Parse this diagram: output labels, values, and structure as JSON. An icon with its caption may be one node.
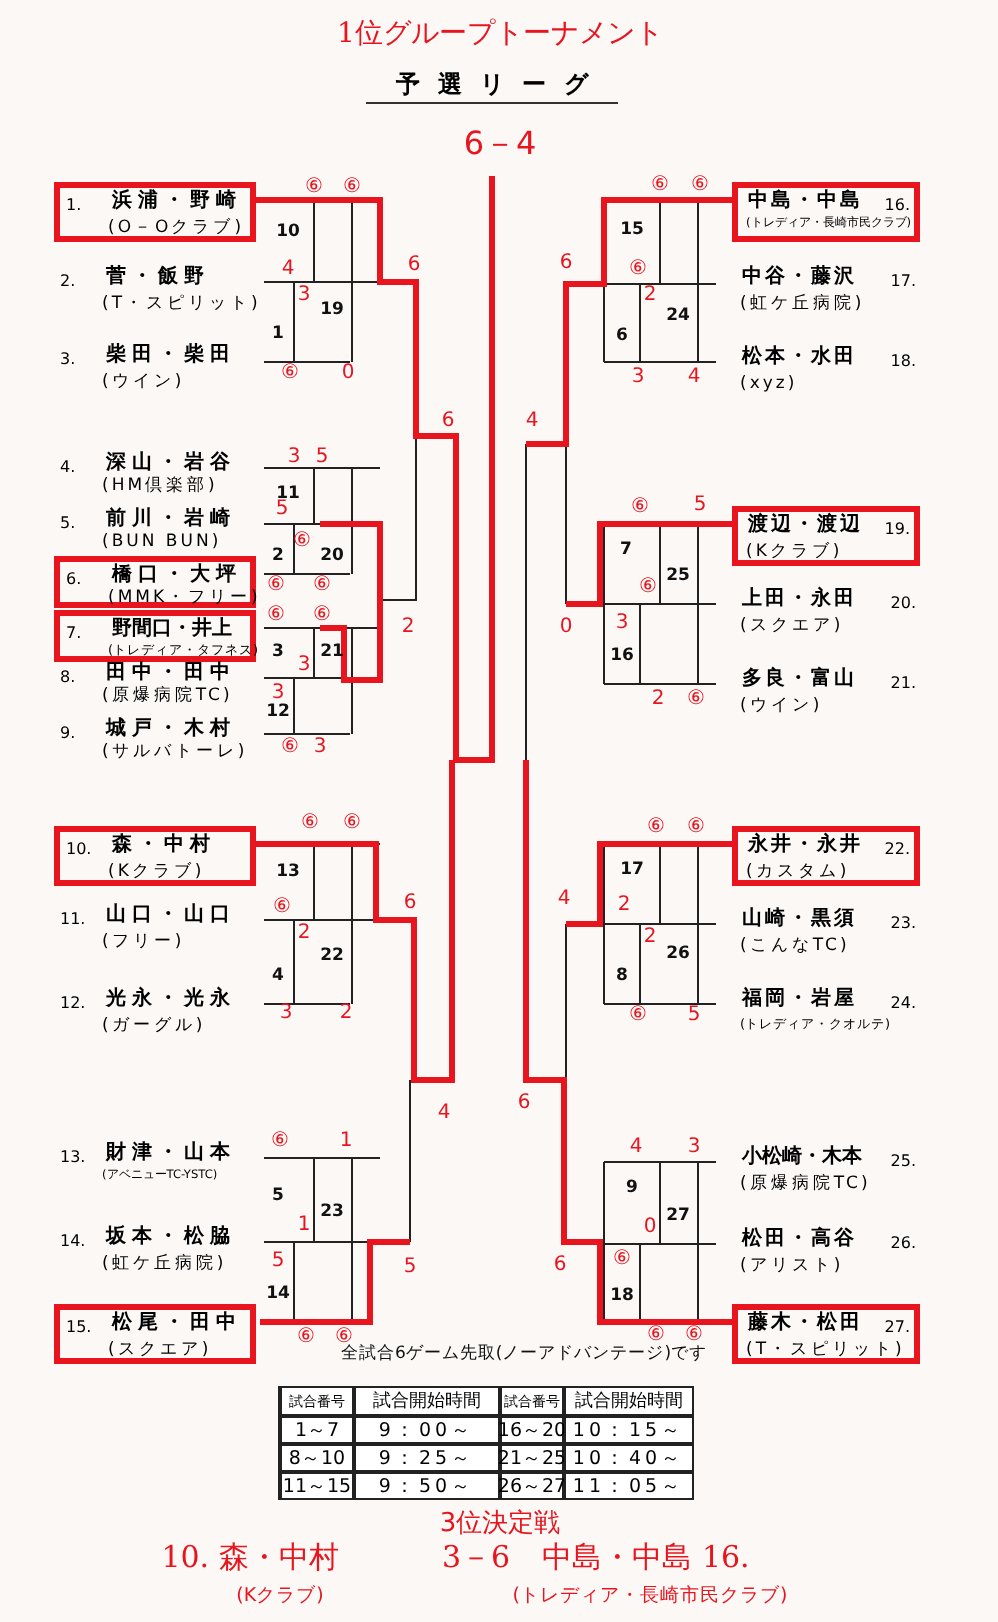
{
  "diagram": {
    "title": "予選リーグ",
    "nodes": [
      {
        "text": [
          "1.",
          "浜浦・野崎",
          "(O－Oクラブ)"
        ]
      },
      {
        "text": [
          "2.",
          "菅・飯野",
          "(T・スピリット)"
        ]
      },
      {
        "text": [
          "3.",
          "柴田・柴田",
          "(ウイン)"
        ]
      },
      {
        "text": [
          "4.",
          "深山・岩谷",
          "(HM倶楽部)"
        ]
      },
      {
        "text": [
          "5.",
          "前川・岩崎",
          "(BUN BUN)"
        ]
      },
      {
        "text": [
          "6.",
          "橋口・大坪",
          "(MMK・フリー)"
        ]
      },
      {
        "text": [
          "7.",
          "野間口・井上",
          "(トレディア・タフネス)"
        ]
      },
      {
        "text": [
          "8.",
          "田中・田中",
          "(原爆病院TC)"
        ]
      },
      {
        "text": [
          "9.",
          "城戸・木村",
          "(サルバトーレ)"
        ]
      },
      {
        "text": [
          "10.",
          "森・中村",
          "(Kクラブ)"
        ]
      },
      {
        "text": [
          "11.",
          "山口・山口",
          "(フリー)"
        ]
      },
      {
        "text": [
          "12.",
          "光永・光永",
          "(ガーグル)"
        ]
      },
      {
        "text": [
          "13.",
          "財津・山本",
          "(アベニューTC-YSTC)"
        ]
      },
      {
        "text": [
          "14.",
          "坂本・松脇",
          "(虹ケ丘病院)"
        ]
      },
      {
        "text": [
          "15.",
          "松尾・田中",
          "(スクエア)"
        ]
      },
      {
        "text": [
          "中島・中島",
          "16.",
          "(トレディア・長崎市民クラブ)"
        ]
      },
      {
        "text": [
          "中谷・藤沢",
          "17.",
          "(虹ケ丘病院)"
        ]
      },
      {
        "text": [
          "松本・水田",
          "18.",
          "(xyz)"
        ]
      },
      {
        "text": [
          "渡辺・渡辺",
          "19.",
          "(Kクラブ)"
        ]
      },
      {
        "text": [
          "上田・永田",
          "20.",
          "(スクエア)"
        ]
      },
      {
        "text": [
          "多良・富山",
          "21.",
          "(ウイン)"
        ]
      },
      {
        "text": [
          "永井・永井",
          "22.",
          "(カスタム)"
        ]
      },
      {
        "text": [
          "山崎・黒須",
          "23.",
          "(こんなTC)"
        ]
      },
      {
        "text": [
          "福岡・岩屋",
          "24.",
          "(トレディア・クオルテ)"
        ]
      },
      {
        "text": [
          "小松崎・木本",
          "25.",
          "(原爆病院TC)"
        ]
      },
      {
        "text": [
          "松田・高谷",
          "26.",
          "(アリスト)"
        ]
      },
      {
        "text": [
          "藤木・松田",
          "27.",
          "(T・スピリット)"
        ]
      }
    ],
    "labels": [
      "1位グループトーナメント",
      "6－4",
      "⑥",
      "⑥",
      "10",
      "4",
      "6",
      "3",
      "19",
      "1",
      "⑥",
      "0",
      "6",
      "3",
      "5",
      "11",
      "5",
      "⑥",
      "2",
      "20",
      "⑥",
      "⑥",
      "⑥",
      "⑥",
      "2",
      "3",
      "21",
      "3",
      "3",
      "12",
      "⑥",
      "3",
      "⑥",
      "⑥",
      "13",
      "⑥",
      "6",
      "2",
      "22",
      "4",
      "3",
      "2",
      "4",
      "⑥",
      "1",
      "5",
      "23",
      "1",
      "5",
      "5",
      "14",
      "⑥",
      "⑥",
      "⑥",
      "⑥",
      "15",
      "6",
      "⑥",
      "2",
      "24",
      "6",
      "3",
      "4",
      "4",
      "⑥",
      "5",
      "7",
      "25",
      "⑥",
      "0",
      "3",
      "16",
      "2",
      "⑥",
      "⑥",
      "⑥",
      "17",
      "4",
      "2",
      "2",
      "26",
      "8",
      "⑥",
      "5",
      "6",
      "4",
      "3",
      "9",
      "27",
      "0",
      "6",
      "⑥",
      "18",
      "⑥",
      "⑥",
      "全試合6ゲーム先取(ノーアドバンテージ)です",
      "試合番号",
      "試合開始時間",
      "試合番号",
      "試合開始時間",
      "1～7",
      "9：00～",
      "16～20",
      "10：15～",
      "8～10",
      "9：25～",
      "21～25",
      "10：40～",
      "11～15",
      "9：50～",
      "26～27",
      "11：05～",
      "3位決定戦",
      "10. 森・中村",
      "(Kクラブ)",
      "3－6",
      "中島・中島 16.",
      "(トレディア・長崎市民クラブ)"
    ]
  }
}
